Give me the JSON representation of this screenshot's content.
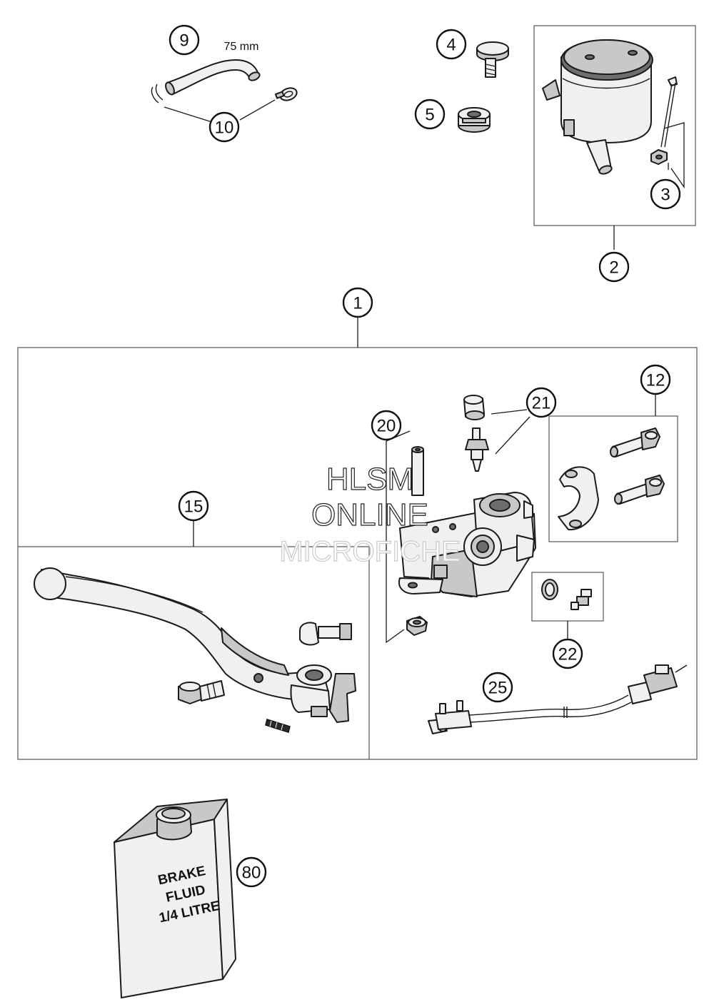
{
  "diagram": {
    "callouts": {
      "c1": "1",
      "c2": "2",
      "c3": "3",
      "c4": "4",
      "c5": "5",
      "c9": "9",
      "c10": "10",
      "c12": "12",
      "c15": "15",
      "c20": "20",
      "c21": "21",
      "c22": "22",
      "c25": "25",
      "c80": "80"
    },
    "dimension_label": "75 mm",
    "watermark": {
      "line1": "HLSM",
      "line2": "ONLINE",
      "line3": "MICROFICHE"
    },
    "fluid_can_label": {
      "line1": "BRAKE",
      "line2": "FLUID",
      "line3": "1/4 LITRE"
    }
  }
}
